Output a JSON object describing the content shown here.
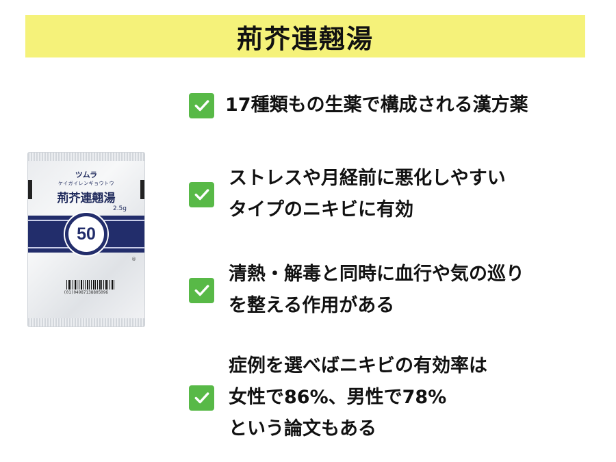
{
  "title": "荊芥連翹湯",
  "packet": {
    "brand": "ツムラ",
    "kana": "ケイガイレンギョウトウ",
    "name": "荊芥連翹湯",
    "dose": "2.5g",
    "number": "50",
    "registered_mark": "®",
    "barcode_text": "(01)04987138805096"
  },
  "bullets": [
    {
      "lines": [
        "17種類もの生薬で構成される漢方薬"
      ]
    },
    {
      "lines": [
        "ストレスや月経前に悪化しやすい",
        "タイプのニキビに有効"
      ]
    },
    {
      "lines": [
        "清熱・解毒と同時に血行や気の巡り",
        "を整える作用がある"
      ]
    },
    {
      "lines": [
        "症例を選べばニキビの有効率は",
        "女性で86%、男性で78%",
        "という論文もある"
      ]
    }
  ],
  "colors": {
    "title_bg": "#f5f27a",
    "check": "#58b947",
    "packet_band": "#222d6b"
  },
  "icons": {
    "bullet": "checkmark-icon"
  }
}
